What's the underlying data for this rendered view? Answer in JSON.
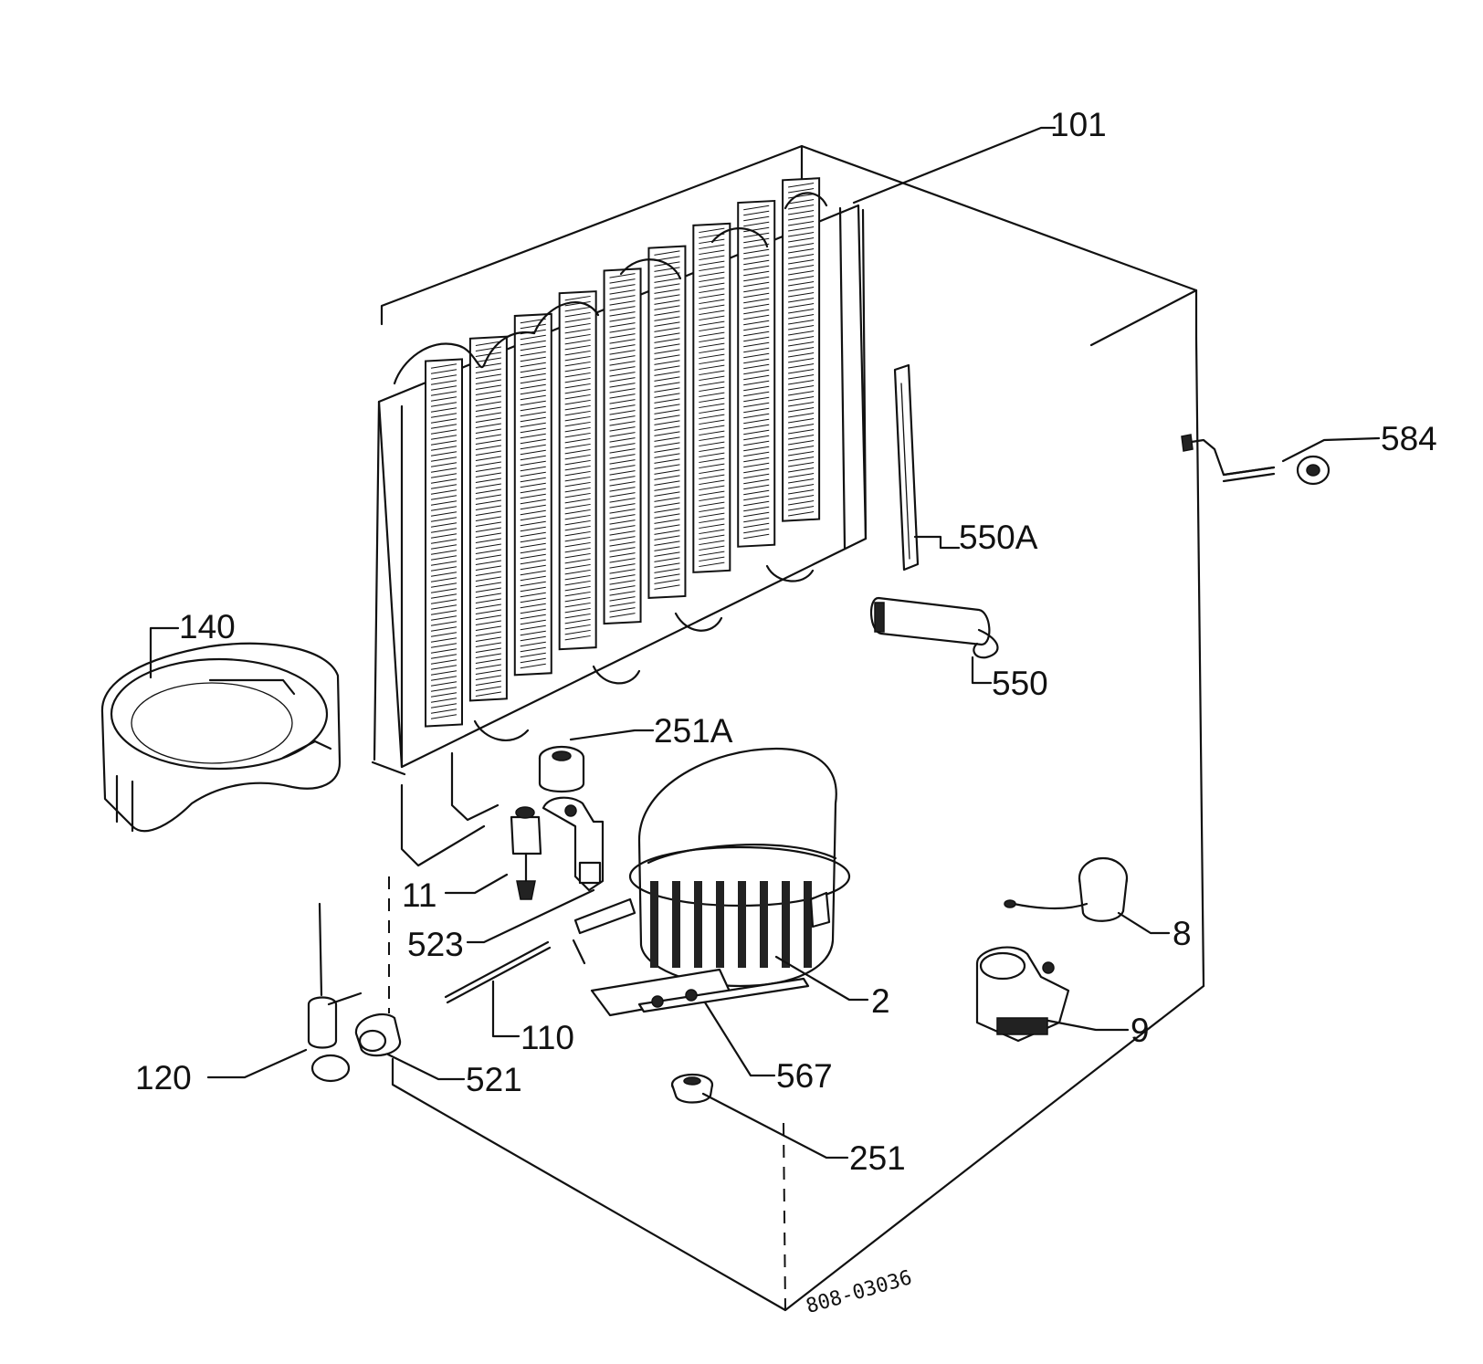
{
  "diagram": {
    "labels": {
      "101": "101",
      "584": "584",
      "550A": "550A",
      "550": "550",
      "140": "140",
      "251A": "251A",
      "11": "11",
      "523": "523",
      "8": "8",
      "2": "2",
      "9": "9",
      "110": "110",
      "120": "120",
      "521": "521",
      "567": "567",
      "251": "251"
    },
    "drawing_code": "808-03036",
    "colors": {
      "ink": "#111111",
      "paper": "#ffffff"
    }
  }
}
